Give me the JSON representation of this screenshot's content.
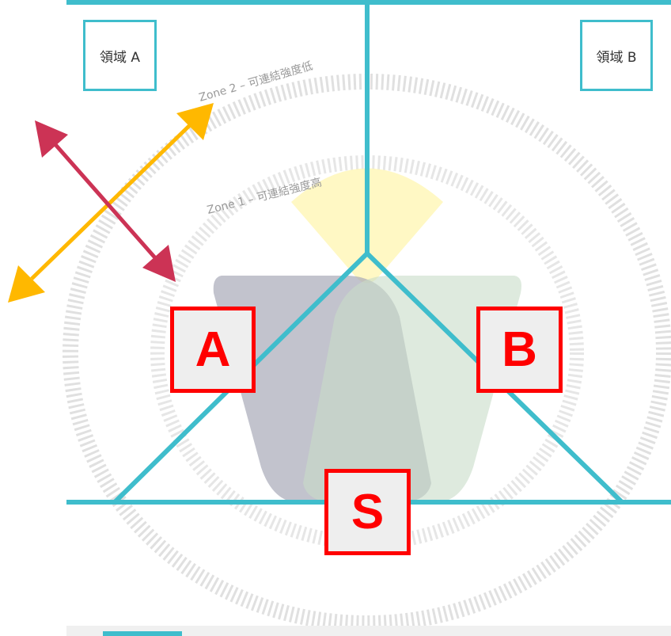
{
  "areas": {
    "area_a": "領域 A",
    "area_b": "領域 B"
  },
  "zones": {
    "zone2": "Zone 2 – 可連結強度低",
    "zone1": "Zone 1 – 可連結強度高"
  },
  "markers": {
    "a": "A",
    "b": "B",
    "s": "S"
  },
  "colors": {
    "divider": "#3fbdcc",
    "marker_red": "#ff0000",
    "arrow_yellow": "#ffb800",
    "arrow_crimson": "#cc3355",
    "ring_gray": "#dddddd",
    "lobe_left": "#a8aab8",
    "lobe_right": "#c8dcc8",
    "lobe_top": "#fff6b0"
  }
}
